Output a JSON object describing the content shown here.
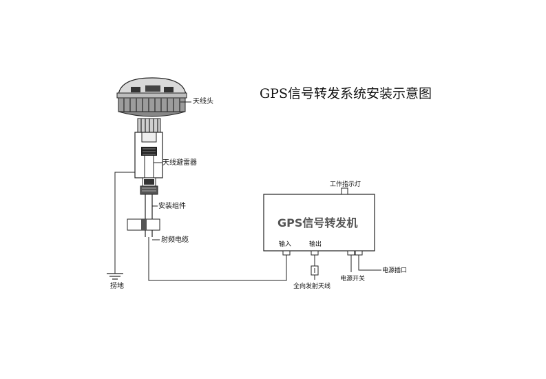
{
  "title": "GPS信号转发系统安装示意图",
  "labels": {
    "antenna_head": "天线头",
    "lightning_arrester": "天线避雷器",
    "mount_assembly": "安装组件",
    "rf_cable": "射频电缆",
    "ground": "捞地",
    "indicator_light": "工作指示灯",
    "device_name": "GPS信号转发机",
    "input": "输入",
    "output": "输出",
    "omni_antenna": "全向发射天线",
    "power_switch": "电源开关",
    "power_port": "电源插口"
  }
}
